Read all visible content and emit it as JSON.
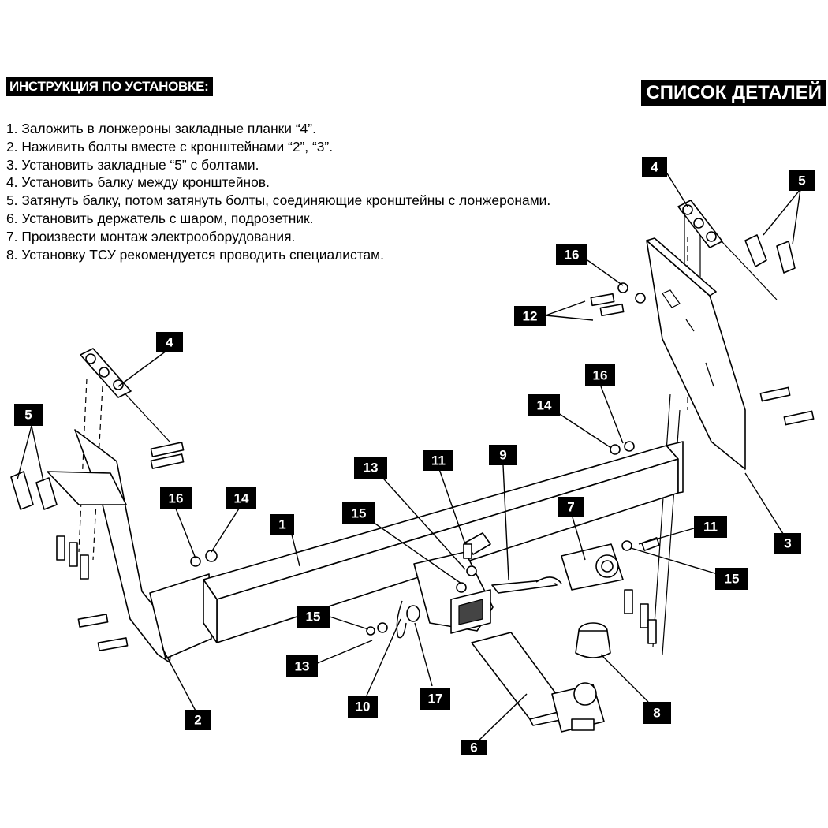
{
  "header": {
    "instructions_title": "ИНСТРУКЦИЯ ПО УСТАНОВКЕ:",
    "parts_title": "СПИСОК ДЕТАЛЕЙ"
  },
  "steps": [
    "1. Заложить в лонжероны закладные планки “4”.",
    "2. Наживить болты вместе с кронштейнами “2”, “3”.",
    "3. Установить закладные “5” с болтами.",
    "4. Установить балку между кронштейнов.",
    "5. Затянуть балку, потом затянуть болты, соединяющие кронштейны с лонжеронами.",
    "6. Установить держатель с шаром, подрозетник.",
    "7. Произвести монтаж электрооборудования.",
    "8. Установку ТСУ рекомендуется проводить специалистам."
  ],
  "callouts": {
    "c1": "1",
    "c2": "2",
    "c3": "3",
    "c4a": "4",
    "c4b": "4",
    "c5a": "5",
    "c5b": "5",
    "c6": "6",
    "c7": "7",
    "c8": "8",
    "c9": "9",
    "c10": "10",
    "c11a": "11",
    "c11b": "11",
    "c12": "12",
    "c13a": "13",
    "c13b": "13",
    "c14a": "14",
    "c14b": "14",
    "c15a": "15",
    "c15b": "15",
    "c15c": "15",
    "c16a": "16",
    "c16b": "16",
    "c16c": "16",
    "c17": "17"
  }
}
